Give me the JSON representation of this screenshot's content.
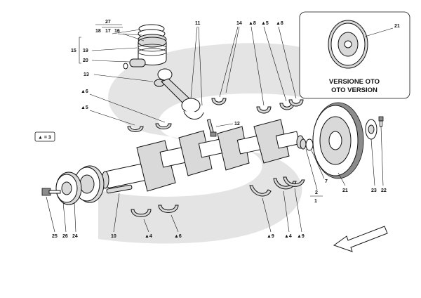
{
  "legend": {
    "text": "▲ = 3"
  },
  "inset": {
    "title_line1": "VERSIONE OTO",
    "title_line2": "OTO VERSION",
    "part": "21"
  },
  "labels": {
    "p27": "27",
    "p18": "18",
    "p17": "17",
    "p16": "16",
    "p15": "15",
    "p19": "19",
    "p20": "20",
    "p13": "13",
    "p11": "11",
    "p14": "14",
    "t8a": "▲8",
    "t5a": "▲5",
    "t8b": "▲8",
    "t6a": "▲6",
    "t5b": "▲5",
    "p12": "12",
    "p7": "7",
    "p2": "2",
    "p1": "1",
    "p21": "21",
    "p23": "23",
    "p22": "22",
    "p25": "25",
    "p26": "26",
    "p24": "24",
    "p10": "10",
    "t4a": "▲4",
    "t6b": "▲6",
    "t9a": "▲9",
    "t4b": "▲4",
    "t9b": "▲9"
  },
  "colors": {
    "watermark": "#e4e4e4",
    "ink": "#111111"
  },
  "icons": {
    "direction": "arrow-icon"
  }
}
